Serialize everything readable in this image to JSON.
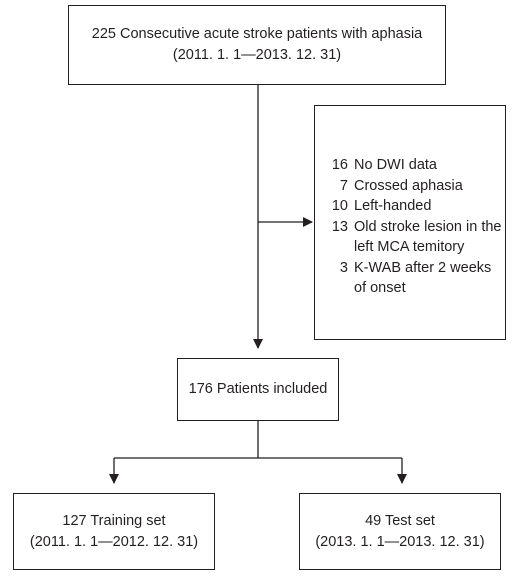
{
  "top_box": {
    "line1": "225 Consecutive acute stroke patients with aphasia",
    "line2": "(2011. 1. 1—2013. 12. 31)"
  },
  "exclusion_box": {
    "items": [
      {
        "count": "16",
        "lines": [
          "No DWI data"
        ]
      },
      {
        "count": "7",
        "lines": [
          "Crossed aphasia"
        ]
      },
      {
        "count": "10",
        "lines": [
          "Left-handed"
        ]
      },
      {
        "count": "13",
        "lines": [
          "Old stroke lesion in the",
          "left MCA temitory"
        ]
      },
      {
        "count": "3",
        "lines": [
          "K-WAB after 2 weeks",
          "of onset"
        ]
      }
    ]
  },
  "middle_box": {
    "label": "176 Patients included"
  },
  "left_box": {
    "line1": "127 Training set",
    "line2": "(2011. 1. 1—2012. 12. 31)"
  },
  "right_box": {
    "line1": "49 Test set",
    "line2": "(2013. 1. 1—2013. 12. 31)"
  }
}
